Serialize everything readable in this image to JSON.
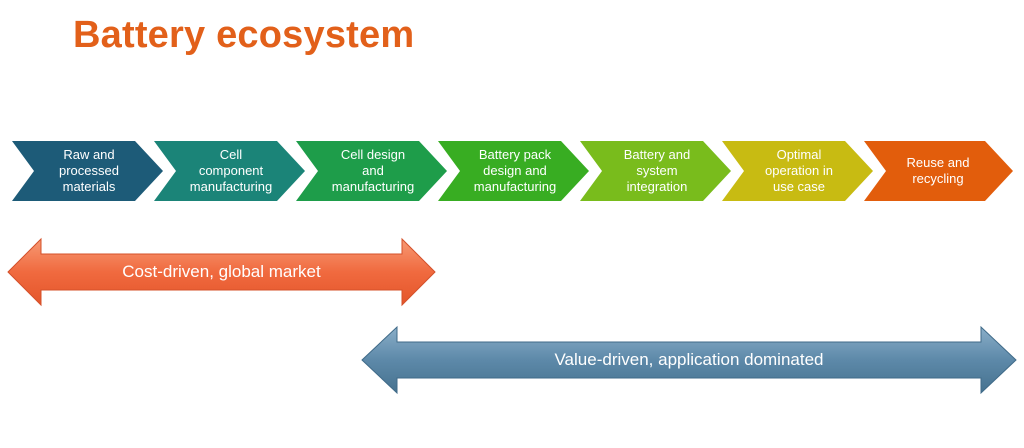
{
  "title": "Battery ecosystem",
  "stages": [
    {
      "label": "Raw and\nprocessed\nmaterials",
      "color": "#1d5b78"
    },
    {
      "label": "Cell\ncomponent\nmanufacturing",
      "color": "#1b8478"
    },
    {
      "label": "Cell design\nand\nmanufacturing",
      "color": "#1e9d4a"
    },
    {
      "label": "Battery pack\ndesign and\nmanufacturing",
      "color": "#38ad22"
    },
    {
      "label": "Battery and\nsystem\nintegration",
      "color": "#79bc1c"
    },
    {
      "label": "Optimal\noperation in\nuse case",
      "color": "#c8bb12"
    },
    {
      "label": "Reuse and\nrecycling",
      "color": "#e25d0c"
    }
  ],
  "ranges": [
    {
      "label": "Cost-driven, global market",
      "color": "#f06a3f"
    },
    {
      "label": "Value-driven, application dominated",
      "color": "#5d89a9"
    }
  ]
}
